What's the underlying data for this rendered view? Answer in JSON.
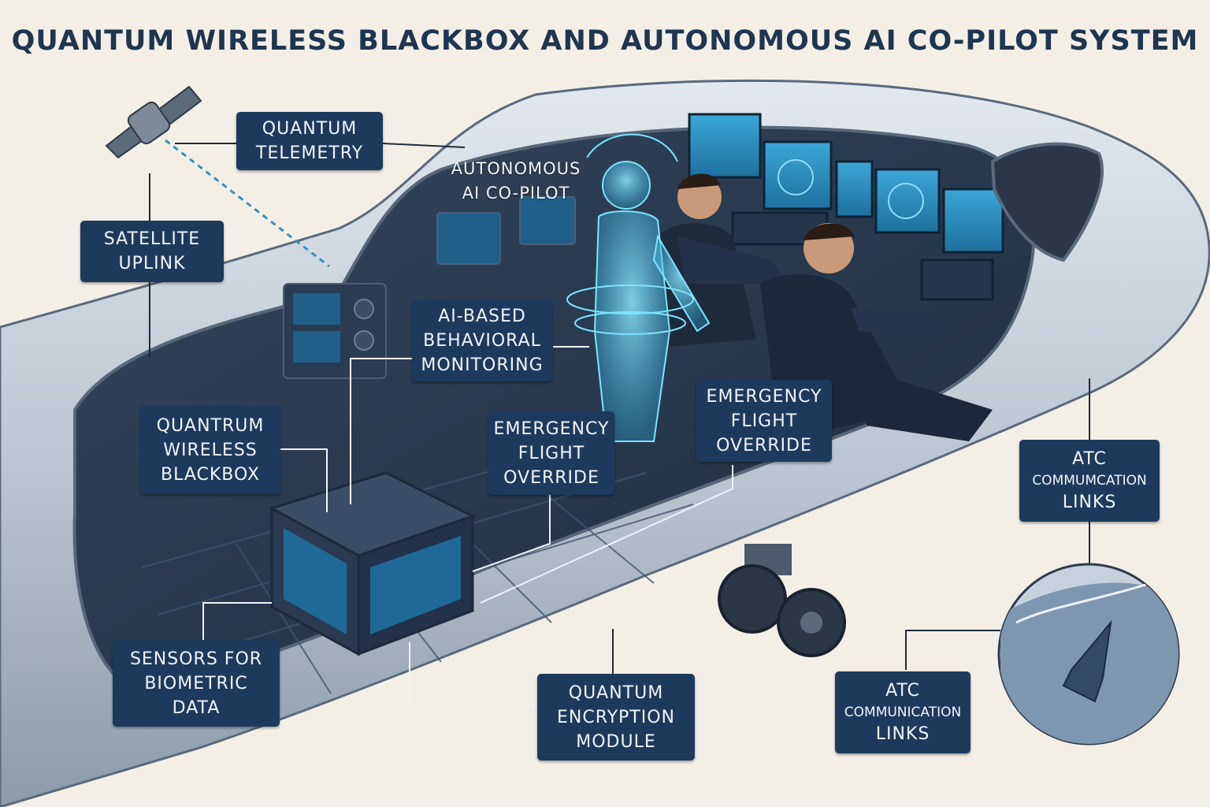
{
  "title": "QUANTUM WIRELESS BLACKBOX AND AUTONOMOUS AI CO-PILOT SYSTEM",
  "labels": {
    "quantum_telemetry": [
      "QUANTUM",
      "TELEMETRY"
    ],
    "satellite_uplink": [
      "SATELLITE",
      "UPLINK"
    ],
    "autonomous_ai_copilot": [
      "AUTONOMOUS",
      "AI CO-PILOT"
    ],
    "ai_behavioral_monitoring": [
      "AI-BASED",
      "BEHAVIORAL",
      "MONITORING"
    ],
    "quantrum_wireless_blackbox": [
      "QUANTRUM",
      "WIRELESS",
      "BLACKBOX"
    ],
    "emergency_override_left": [
      "EMERGENCY",
      "FLIGHT",
      "OVERRIDE"
    ],
    "emergency_override_right": [
      "EMERGENCY",
      "FLIGHT",
      "OVERRIDE"
    ],
    "atc_links_top": [
      "ATC",
      "COMMUMCATION",
      "LINKS"
    ],
    "sensors_biometric": [
      "SENSORS FOR",
      "BIOMETRIC",
      "DATA"
    ],
    "quantum_encryption": [
      "QUANTUM",
      "ENCRYPTION",
      "MODULE"
    ],
    "atc_links_bottom": [
      "ATC",
      "COMMUNICATION",
      "LINKS"
    ]
  },
  "colors": {
    "background": "#f4efe6",
    "label_fill": "#1d3a5c",
    "label_text": "#f2f4f6",
    "hologram": "#4fd0f0",
    "screen": "#2a83b8",
    "fuselage": "#c9d3de"
  }
}
